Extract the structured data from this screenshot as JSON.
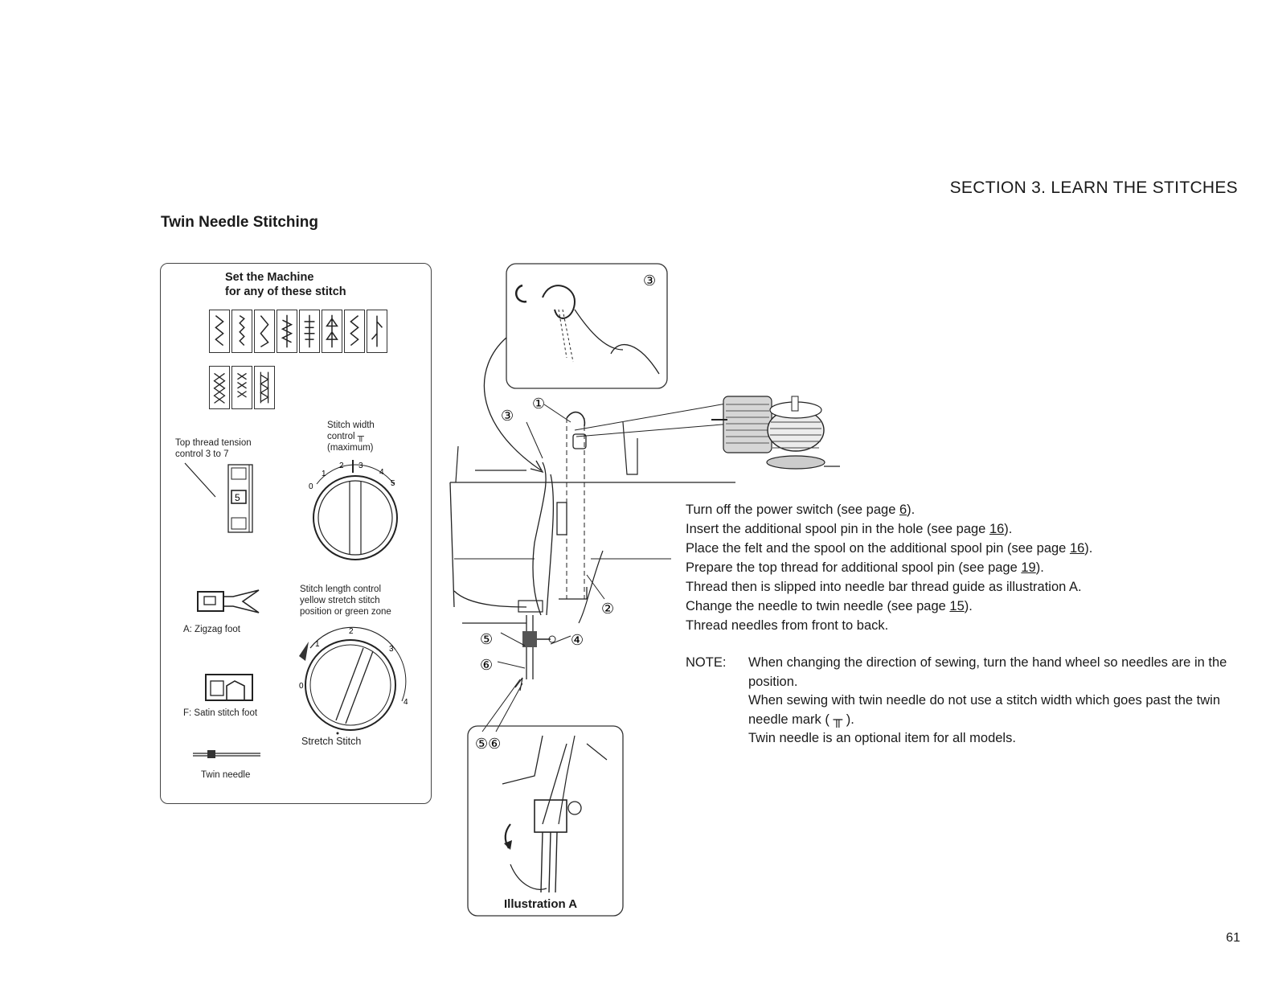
{
  "header": {
    "section": "SECTION  3.  LEARN THE STITCHES"
  },
  "title": "Twin Needle Stitching",
  "panel": {
    "heading_1": "Set the Machine",
    "heading_2": "for any of these stitch",
    "tension_label_1": "Top thread tension",
    "tension_label_2": "control 3 to 7",
    "tension_value": "5",
    "width_label_1": "Stitch width",
    "width_label_2": "control",
    "width_label_3": "(maximum)",
    "width_dial_ticks": [
      "0",
      "1",
      "2",
      "3",
      "4",
      "5"
    ],
    "length_label_1": "Stitch length control",
    "length_label_2": "yellow stretch stitch",
    "length_label_3": "position or green zone",
    "length_dial_ticks": [
      "0",
      "1",
      "2",
      "3",
      "4"
    ],
    "stretch_label": "Stretch Stitch",
    "foot_a": "A:  Zigzag foot",
    "foot_f": "F:  Satin stitch foot",
    "twin_needle": "Twin needle"
  },
  "illustration": {
    "callouts": [
      "①",
      "②",
      "③",
      "③",
      "④",
      "⑤",
      "⑥",
      "⑤⑥"
    ],
    "caption": "Illustration A"
  },
  "instructions": {
    "l1a": "Turn off the power switch (see page ",
    "l1p": "6",
    "l1b": ").",
    "l2a": "Insert the additional spool pin in the hole (see page ",
    "l2p": "16",
    "l2b": ").",
    "l3a": "Place the felt and the spool on the additional spool pin (see page ",
    "l3p": "16",
    "l3b": ").",
    "l4a": "Prepare the top thread for additional spool pin (see page ",
    "l4p": "19",
    "l4b": ").",
    "l5": "Thread then is slipped into needle bar thread guide as illustration A.",
    "l6a": "Change the needle to twin needle (see page ",
    "l6p": "15",
    "l6b": ").",
    "l7": "Thread needles from front to back."
  },
  "note": {
    "label": "NOTE:",
    "p1": "When changing the direction of sewing, turn the hand wheel so needles are in the position.",
    "p2": "When sewing with twin needle do not use a stitch width which goes past the twin needle mark ( ╥ ).",
    "p3": "Twin needle is an optional item for all models."
  },
  "page_number": "61"
}
